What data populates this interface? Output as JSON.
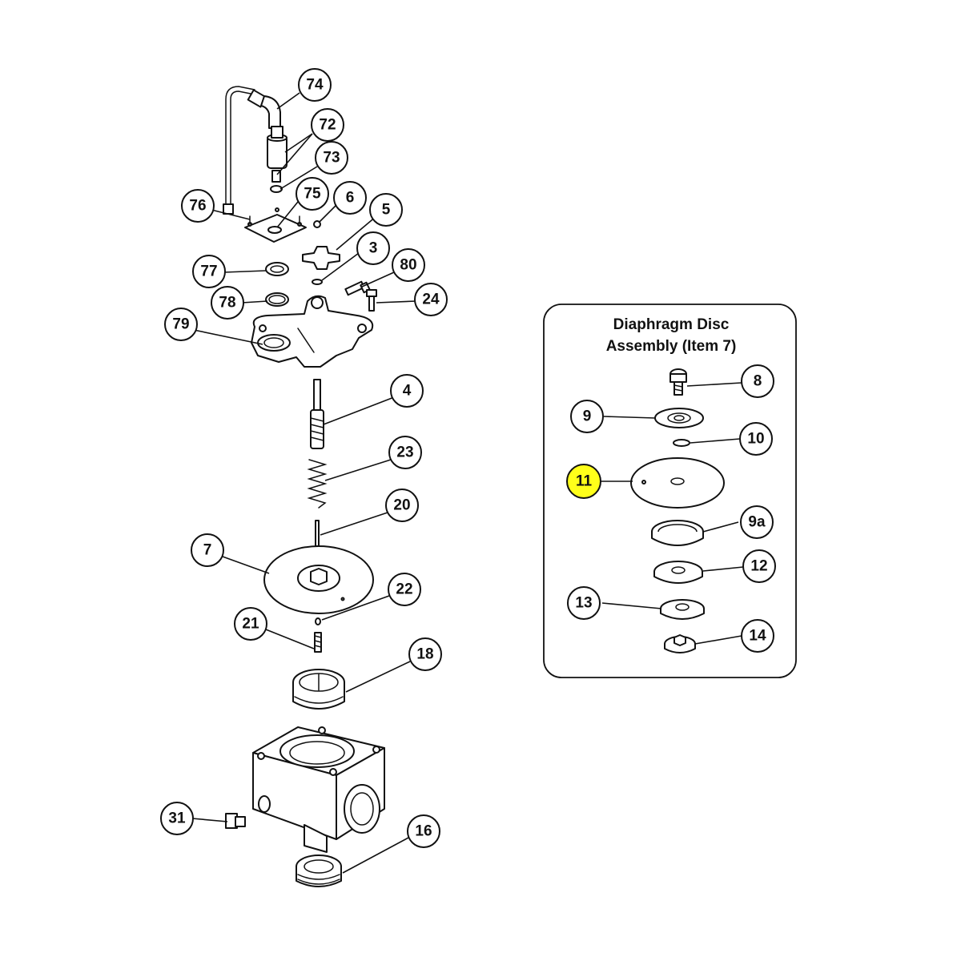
{
  "inset": {
    "title_line1": "Diaphragm Disc",
    "title_line2": "Assembly (Item 7)"
  },
  "callouts": {
    "c74": "74",
    "c72": "72",
    "c73": "73",
    "c75": "75",
    "c76": "76",
    "c6": "6",
    "c5": "5",
    "c3": "3",
    "c80": "80",
    "c77": "77",
    "c78": "78",
    "c24": "24",
    "c79": "79",
    "c4": "4",
    "c23": "23",
    "c20": "20",
    "c7": "7",
    "c22": "22",
    "c21": "21",
    "c18": "18",
    "c31": "31",
    "c16": "16",
    "c8": "8",
    "c9": "9",
    "c10": "10",
    "c11": "11",
    "c9a": "9a",
    "c12": "12",
    "c13": "13",
    "c14": "14"
  },
  "highlighted_callout": "11",
  "colors": {
    "highlight_fill": "#ffff1a",
    "line": "#111111",
    "background": "#ffffff"
  }
}
